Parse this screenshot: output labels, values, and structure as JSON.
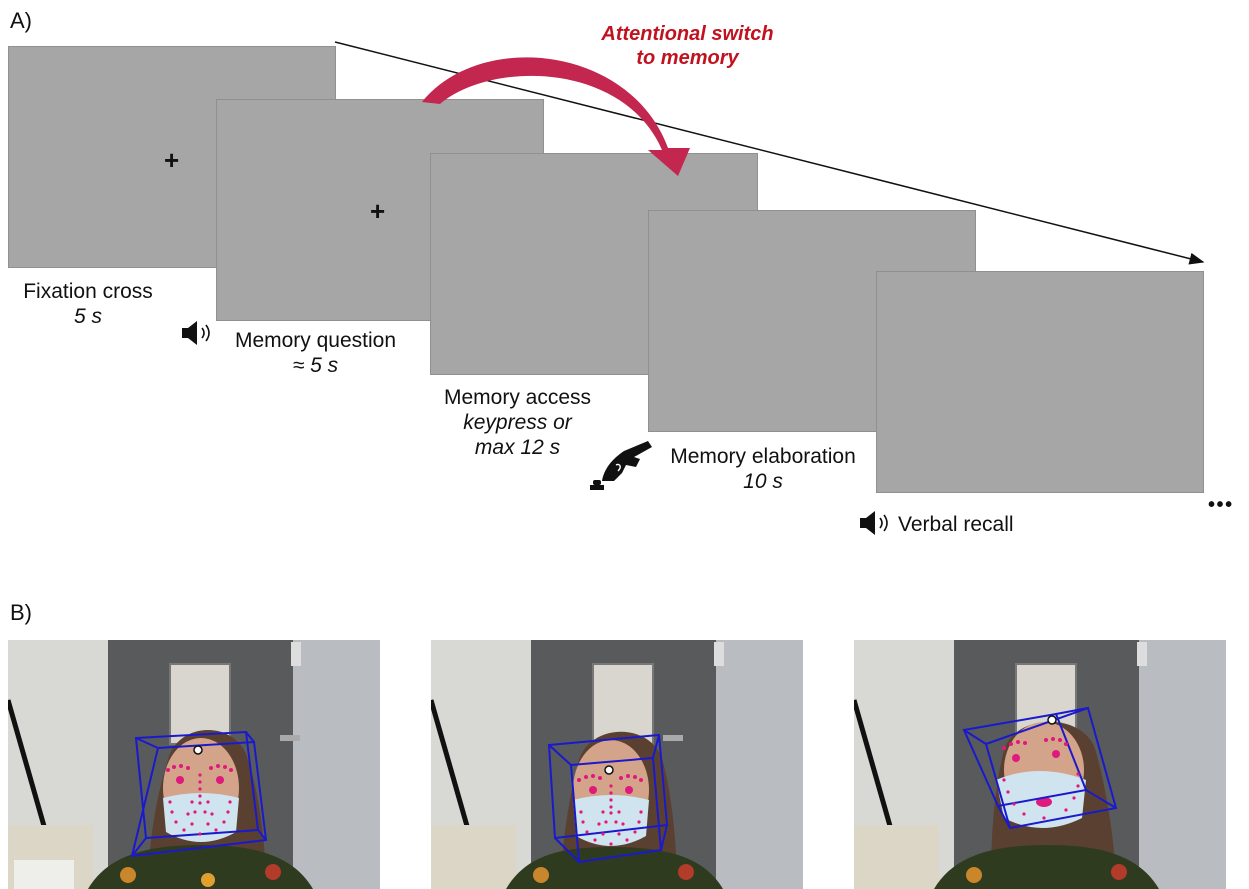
{
  "panel_a": {
    "label": "A)",
    "switch_label_line1": "Attentional switch",
    "switch_label_line2": "to memory",
    "stages": [
      {
        "name": "Fixation cross",
        "duration": "5 s"
      },
      {
        "name": "Memory question",
        "duration": "≈ 5 s"
      },
      {
        "name": "Memory access",
        "duration_line1": "keypress or",
        "duration_line2": "max 12 s"
      },
      {
        "name": "Memory elaboration",
        "duration": "10 s"
      },
      {
        "name": "Verbal recall"
      }
    ],
    "cross_symbol": "+",
    "continuation": "• • •",
    "icons": [
      "speaker-icon",
      "hand-keypress-icon",
      "speaker-icon"
    ],
    "colors": {
      "screen": "#a6a6a6",
      "switch_arrow": "#c3264f",
      "switch_text": "#c1121f"
    }
  },
  "panel_b": {
    "label": "B)",
    "photos": [
      {
        "description_name": "face-tracking-frame-1"
      },
      {
        "description_name": "face-tracking-frame-2"
      },
      {
        "description_name": "face-tracking-frame-3"
      }
    ],
    "colors": {
      "landmarks": "#e0197d",
      "head_box": "#1a1acc"
    }
  }
}
